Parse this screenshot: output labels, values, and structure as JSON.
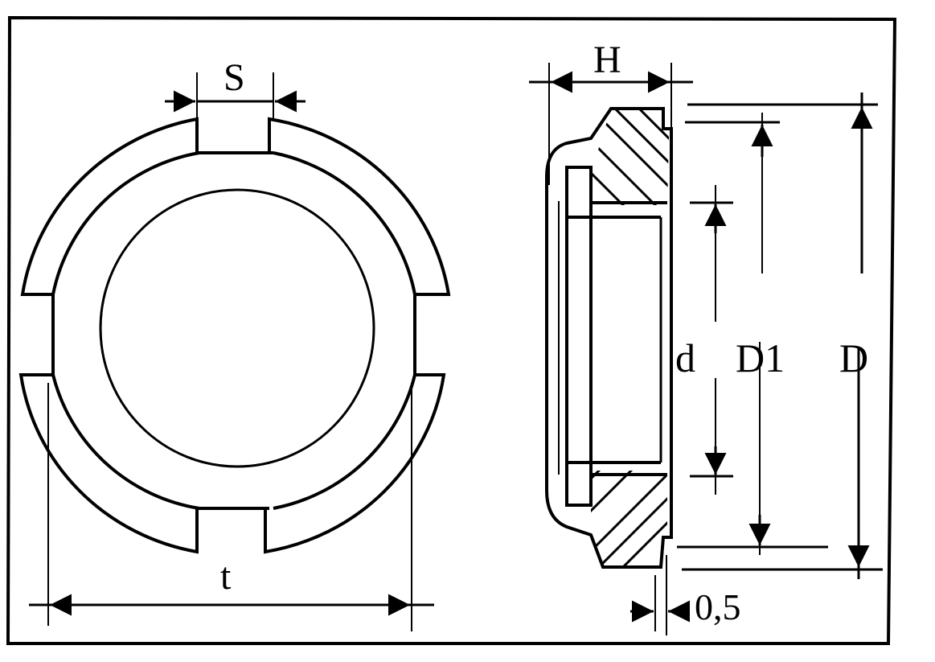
{
  "diagram": {
    "type": "technical-drawing",
    "subject": "slotted round nut",
    "views": {
      "front": {
        "labels": {
          "slot_width": "S",
          "across_slots": "t"
        },
        "slot_count": 4
      },
      "section": {
        "labels": {
          "height": "H",
          "bore_diameter": "d",
          "face_diameter": "D1",
          "outer_diameter": "D",
          "offset": "0,5"
        }
      }
    },
    "colors": {
      "line": "#000000",
      "background": "#ffffff"
    }
  }
}
